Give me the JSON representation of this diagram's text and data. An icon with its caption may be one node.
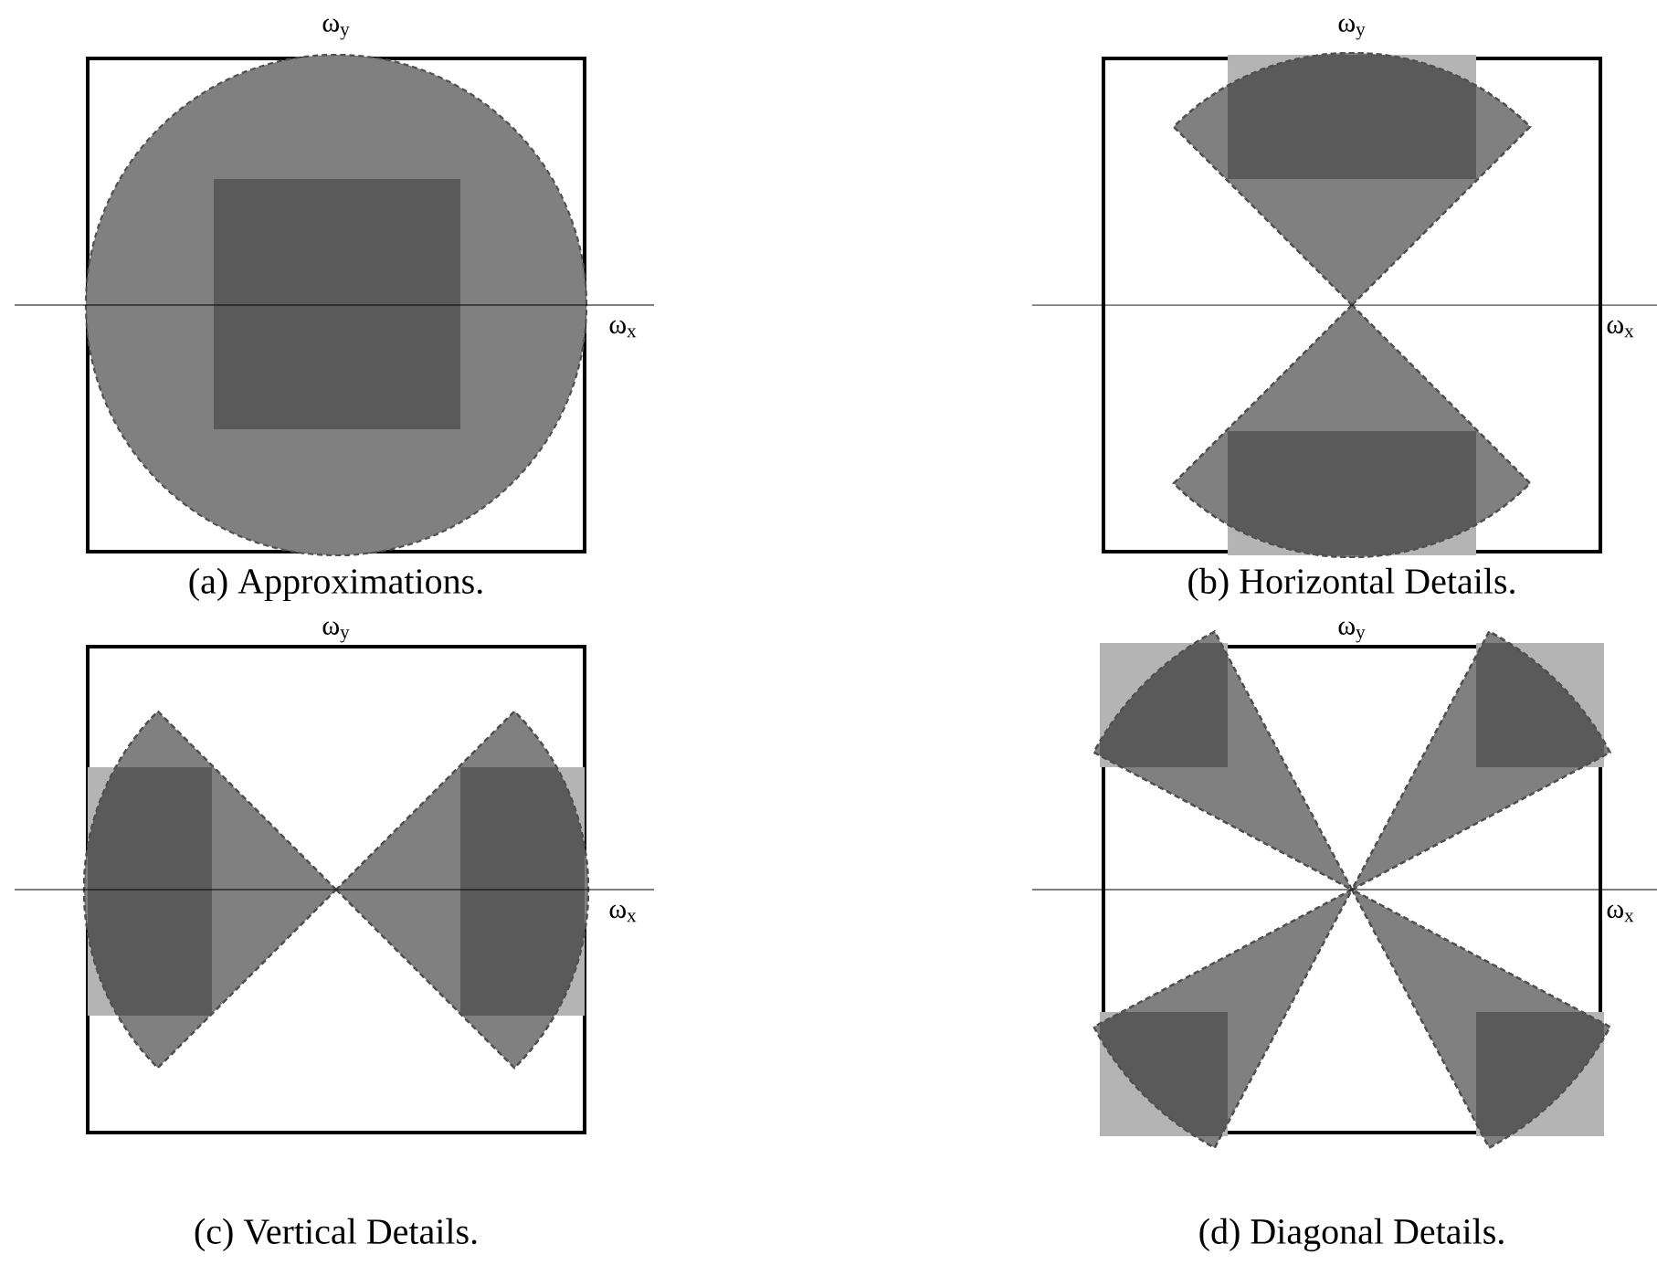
{
  "diagram": {
    "labels": [
      "ω$_{y}$",
      "ω$_{y}$",
      "ω$_{x}$",
      "ω$_{x}$",
      "(a) Approximations.",
      "(b) Horizontal Details.",
      "ω$_{y}$",
      "ω$_{y}$",
      "ω$_{x}$",
      "ω$_{x}$",
      "(c) Vertical Details.",
      "(d) Diagonal Details."
    ]
  }
}
